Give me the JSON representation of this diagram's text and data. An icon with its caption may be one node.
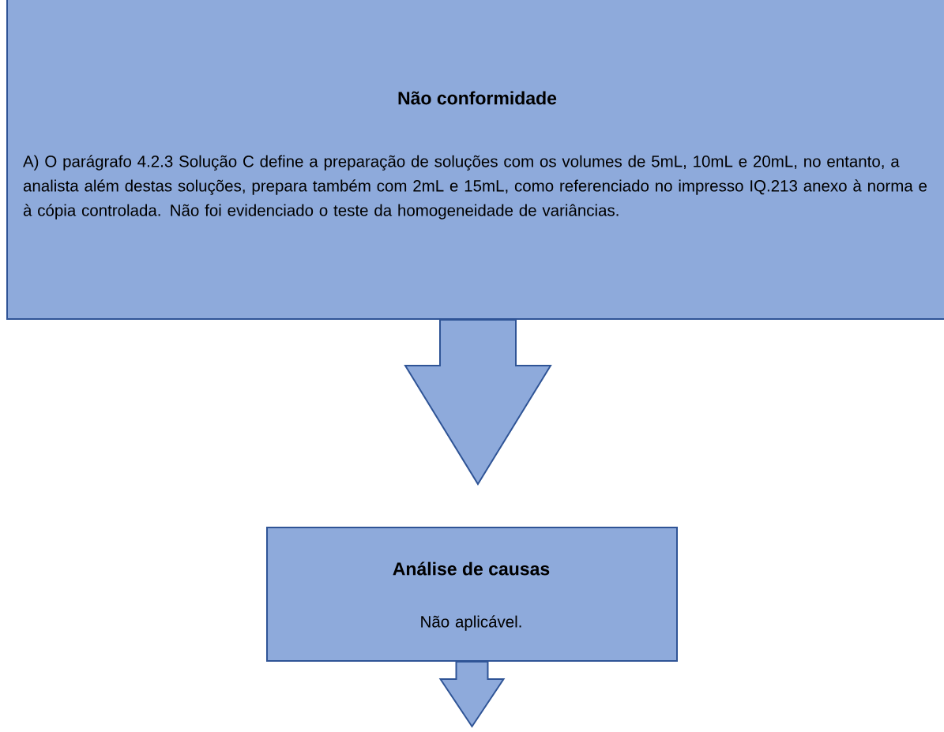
{
  "diagram": {
    "nodes": [
      {
        "text": [
          "Não conformidade",
          "A) O parágrafo 4.2.3 Solução C define a preparação de soluções com os volumes de 5mL, 10mL e 20mL, no entanto, a analista além destas soluções, prepara também com 2mL e 15mL, como referenciado no impresso IQ.213 anexo à norma e à cópia controlada. Não foi evidenciado o teste da homogeneidade de variâncias."
        ]
      },
      {
        "text": [
          "Análise de causas",
          "Não aplicável."
        ]
      }
    ],
    "edges": [
      {
        "from": 0,
        "to": 1,
        "arrow": "to"
      },
      {
        "from": 1,
        "to": null,
        "arrow": "to"
      }
    ]
  }
}
